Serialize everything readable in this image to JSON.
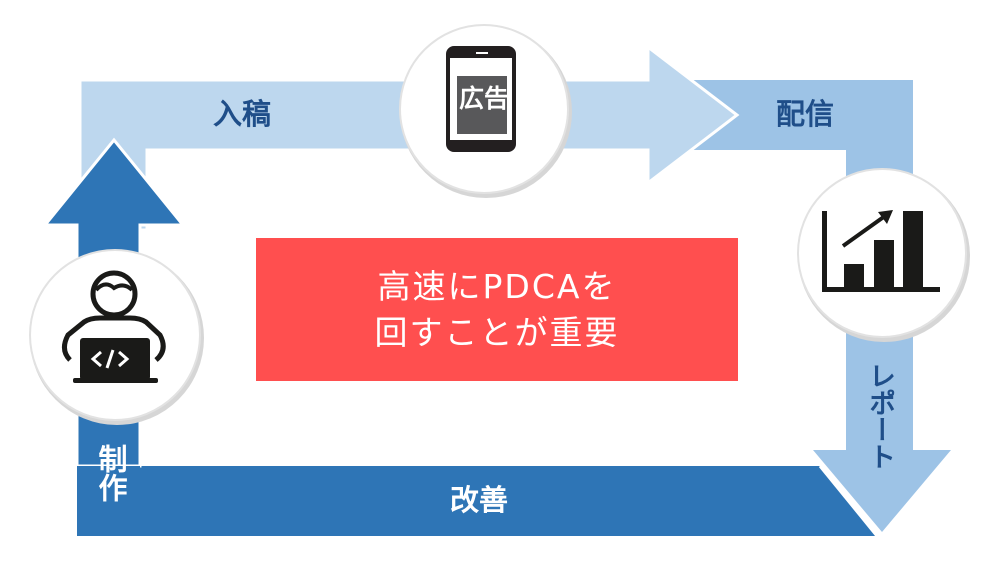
{
  "colors": {
    "light_blue": "#bdd7ee",
    "mid_blue": "#9dc3e6",
    "dark_blue": "#2e75b6",
    "label_navy": "#1f4e89",
    "center_red": "#ff4f4f"
  },
  "steps": [
    {
      "label": "入稿",
      "icon": "smartphone-ad-icon"
    },
    {
      "label": "配信",
      "icon": "bar-chart-growth-icon"
    },
    {
      "label": "レポート"
    },
    {
      "label": "改善"
    },
    {
      "label": "制作",
      "icon": "developer-laptop-icon"
    }
  ],
  "phone_screen_text": "広告",
  "center": {
    "line1": "高速にPDCAを",
    "line2": "回すことが重要"
  }
}
